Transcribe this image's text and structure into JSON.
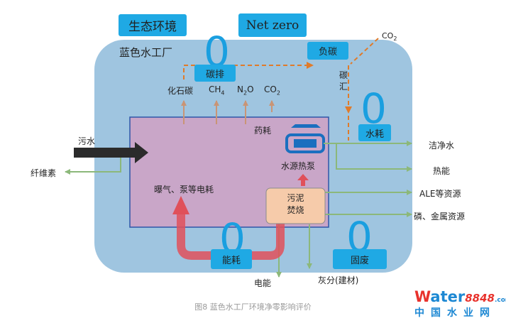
{
  "top_labels": {
    "ecology": "生态环境",
    "net_zero": "Net zero"
  },
  "plant_title": "蓝色水工厂",
  "carbon": {
    "emission": "碳排",
    "negative": "负碳",
    "sink": "碳汇",
    "co2_in": "CO",
    "co2_sub": "2"
  },
  "gas_labels": {
    "fossil": "化石碳",
    "ch4": "CH",
    "ch4_sub": "4",
    "n2o_a": "N",
    "n2o_sub": "2",
    "n2o_b": "O",
    "co2": "CO",
    "co2_sub": "2"
  },
  "zeros": {
    "emission": "0",
    "water": "0",
    "energy": "0",
    "solid": "0"
  },
  "boxes": {
    "water_use": "水耗",
    "energy_use": "能耗",
    "solid_waste": "固废",
    "sludge_line1": "污泥",
    "sludge_line2": "焚烧",
    "heat_pump": "水源热泵",
    "chemical": "药耗",
    "aeration": "曝气、泵等电耗"
  },
  "flows": {
    "sewage": "污水",
    "fiber": "纤维素",
    "clean_water": "洁净水",
    "heat": "热能",
    "ale": "ALE等资源",
    "phosphorus": "磷、金属资源",
    "electricity": "电能",
    "ash": "灰分(建材)"
  },
  "caption": "图8   蓝色水工厂环境净零影响评价",
  "logo": {
    "w": "W",
    "ater": "ater",
    "num": "8848",
    "com": ".com",
    "cn": "中国水业网"
  },
  "colors": {
    "outer_box": "#9fc5e0",
    "inner_box": "#c9a6c8",
    "blue_tag": "#1fa9e4",
    "zero": "#1a9fe0",
    "orange": "#e07b2a",
    "green_arrow": "#8cb87a",
    "brown_arrow": "#c99576",
    "red_arrow": "#e0505a",
    "sludge": "#f6cbaa"
  }
}
